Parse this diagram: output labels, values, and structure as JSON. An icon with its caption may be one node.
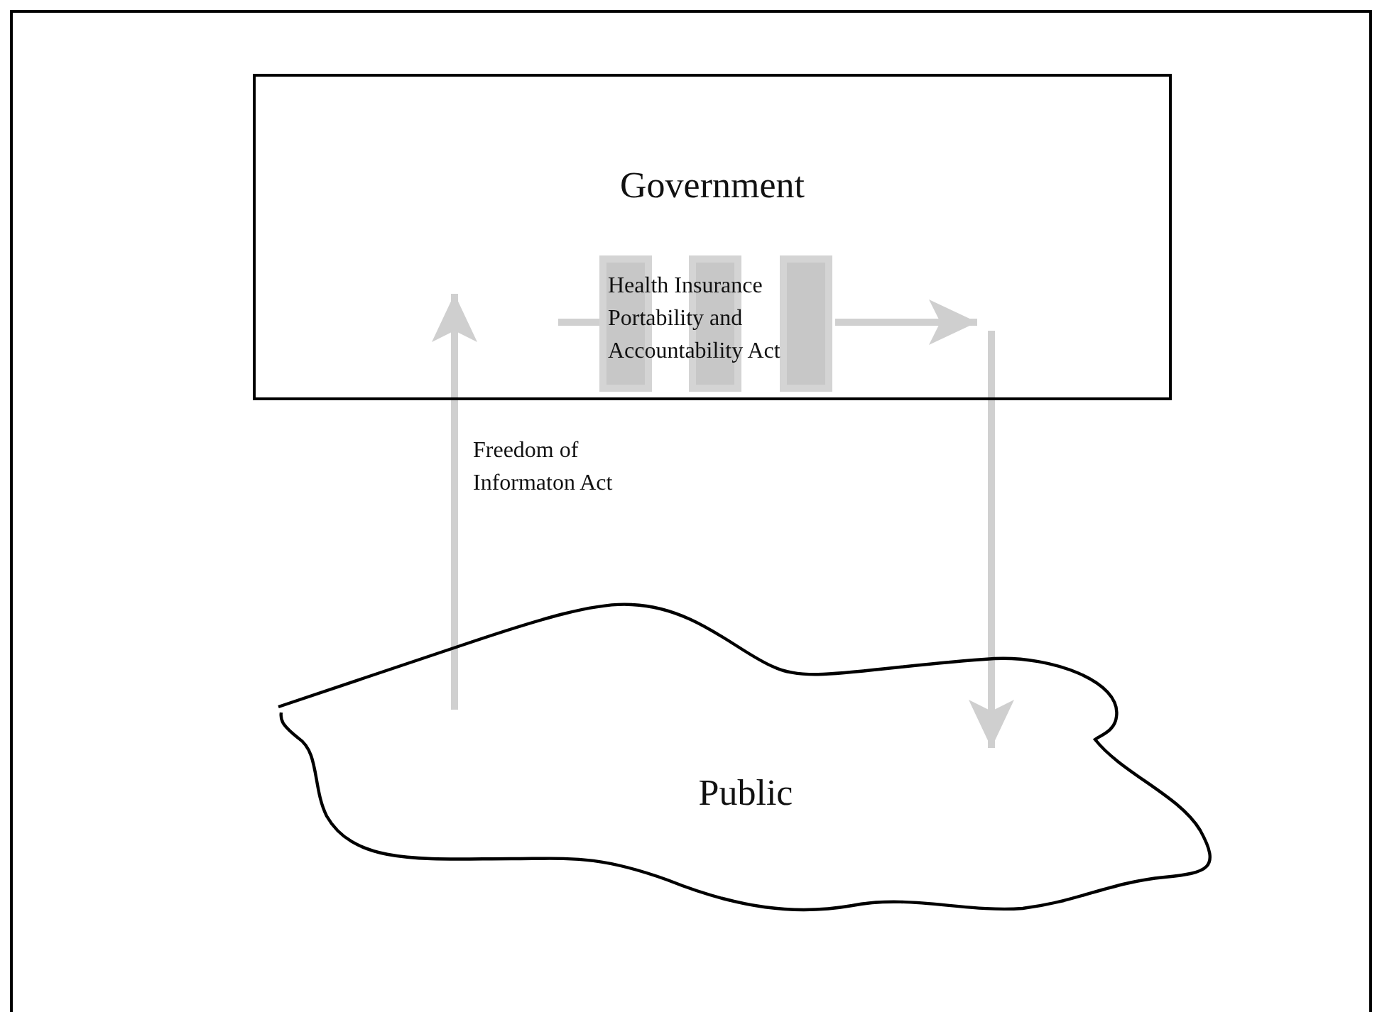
{
  "diagram": {
    "nodes": [
      {
        "text": [
          "Government"
        ]
      },
      {
        "text": [
          "Health Insurance Portability and Accountability Act"
        ],
        "in": 0
      },
      {
        "text": [
          "Public"
        ]
      }
    ],
    "edges": [
      {
        "from": 2,
        "to": 0,
        "arrow": "to",
        "label": "Freedom of Informaton Act"
      },
      {
        "from": null,
        "to": 1,
        "arrow": "none"
      },
      {
        "from": 1,
        "to": null,
        "arrow": "to"
      },
      {
        "from": 0,
        "to": 2,
        "arrow": "to"
      }
    ]
  }
}
